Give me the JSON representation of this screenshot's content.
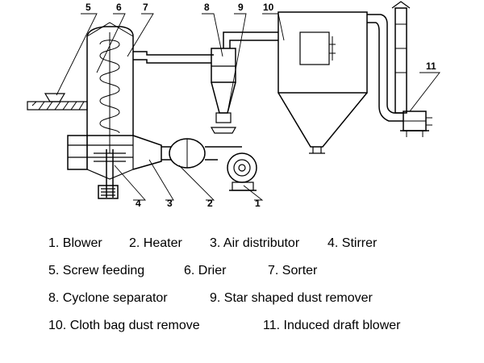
{
  "callouts": [
    {
      "id": "1",
      "text": "1"
    },
    {
      "id": "2",
      "text": "2"
    },
    {
      "id": "3",
      "text": "3"
    },
    {
      "id": "4",
      "text": "4"
    },
    {
      "id": "5",
      "text": "5"
    },
    {
      "id": "6",
      "text": "6"
    },
    {
      "id": "7",
      "text": "7"
    },
    {
      "id": "8",
      "text": "8"
    },
    {
      "id": "9",
      "text": "9"
    },
    {
      "id": "10",
      "text": "10"
    },
    {
      "id": "11",
      "text": "11"
    }
  ],
  "legend": {
    "row1": [
      "1. Blower",
      "2. Heater",
      "3. Air distributor",
      "4. Stirrer"
    ],
    "row2": [
      "5. Screw feeding",
      "6. Drier",
      "7. Sorter"
    ],
    "row3": [
      "8. Cyclone separator",
      "9. Star shaped dust remover"
    ],
    "row4": [
      "10. Cloth bag dust remove",
      "11. Induced draft blower"
    ]
  }
}
